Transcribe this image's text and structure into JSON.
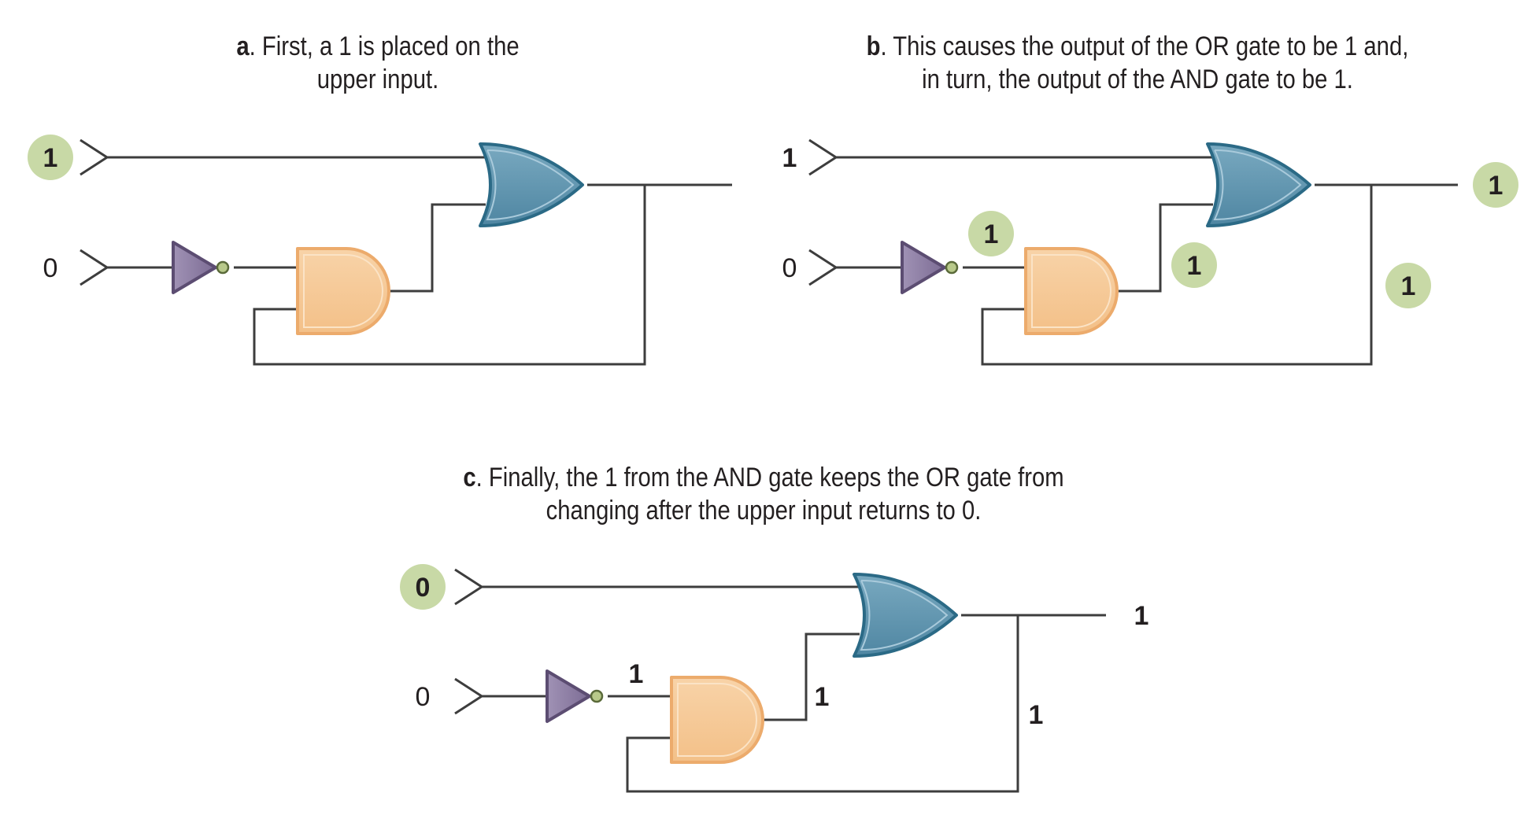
{
  "captions": {
    "a": {
      "tag": "a",
      "line1": ". First, a 1 is placed on the",
      "line2": "upper  input."
    },
    "b": {
      "tag": "b",
      "line1": ". This causes the output of the OR gate to be 1 and,",
      "line2": "in turn, the output of the AND gate to be 1."
    },
    "c": {
      "tag": "c",
      "line1": ". Finally, the 1 from the AND gate keeps the OR gate from",
      "line2": "changing after the upper input returns to 0."
    }
  },
  "panels": {
    "a": {
      "upper_input": "1",
      "lower_input": "0"
    },
    "b": {
      "upper_input": "1",
      "lower_input": "0",
      "not_output": "1",
      "and_output": "1",
      "or_output": "1",
      "feedback": "1"
    },
    "c": {
      "upper_input": "0",
      "lower_input": "0",
      "not_output": "1",
      "and_output": "1",
      "or_output": "1",
      "feedback": "1"
    }
  },
  "colors": {
    "or_gate": "#5a8faa",
    "or_gate_outline": "#2b6a86",
    "and_gate": "#f6c896",
    "and_gate_outline": "#ecab6c",
    "not_gate": "#8a7aa0",
    "not_gate_outline": "#5c4d72",
    "highlight_badge": "#c8d9a6",
    "wire": "#3d3d3d"
  },
  "icons": {
    "or_gate": "or-gate-icon",
    "and_gate": "and-gate-icon",
    "not_gate": "not-gate-icon",
    "input_terminal": "input-chevron-icon"
  }
}
